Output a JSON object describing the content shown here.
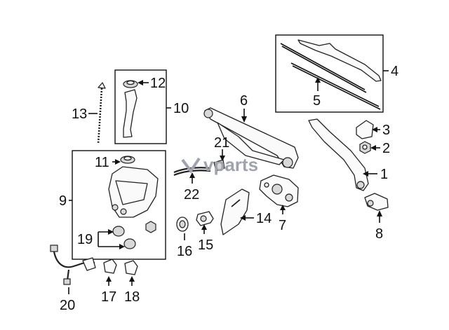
{
  "watermark": {
    "text": "vparts"
  },
  "callouts": [
    {
      "id": "1",
      "text": "1"
    },
    {
      "id": "2",
      "text": "2"
    },
    {
      "id": "3",
      "text": "3"
    },
    {
      "id": "4",
      "text": "4"
    },
    {
      "id": "5",
      "text": "5"
    },
    {
      "id": "6",
      "text": "6"
    },
    {
      "id": "7",
      "text": "7"
    },
    {
      "id": "8",
      "text": "8"
    },
    {
      "id": "9",
      "text": "9"
    },
    {
      "id": "10",
      "text": "10"
    },
    {
      "id": "11",
      "text": "11"
    },
    {
      "id": "12",
      "text": "12"
    },
    {
      "id": "13",
      "text": "13"
    },
    {
      "id": "14",
      "text": "14"
    },
    {
      "id": "15",
      "text": "15"
    },
    {
      "id": "16",
      "text": "16"
    },
    {
      "id": "17",
      "text": "17"
    },
    {
      "id": "18",
      "text": "18"
    },
    {
      "id": "19",
      "text": "19"
    },
    {
      "id": "20",
      "text": "20"
    },
    {
      "id": "21",
      "text": "21"
    },
    {
      "id": "22",
      "text": "22"
    }
  ]
}
